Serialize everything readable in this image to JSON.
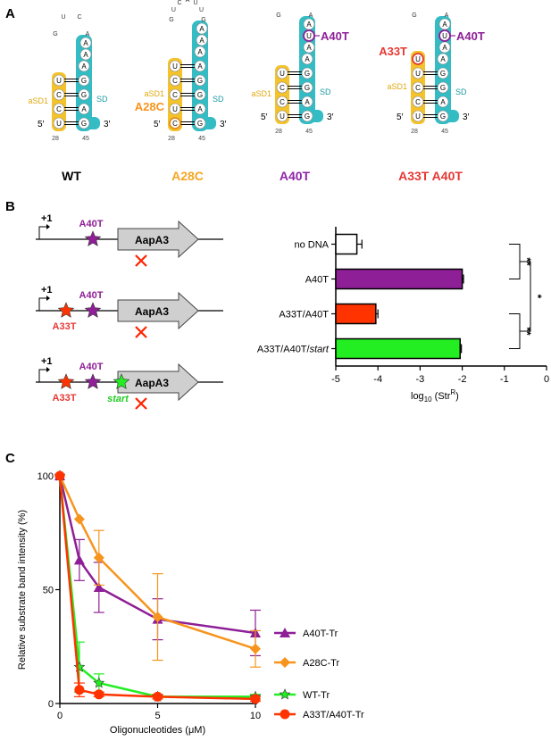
{
  "panels": {
    "a": "A",
    "b": "B",
    "c": "C"
  },
  "structures": [
    {
      "name": "WT",
      "name_color": "#000000",
      "loop": [
        "G",
        "U",
        "C",
        "A"
      ],
      "asd": "aSD1",
      "sd": "SD",
      "left": [
        "U",
        "C",
        "C",
        "U"
      ],
      "right": [
        "A",
        "G",
        "G",
        "A",
        "G"
      ],
      "top_right": [
        "A",
        "A"
      ],
      "five": "5′",
      "three": "3′",
      "n28": "28",
      "n45": "45",
      "mut_left": "",
      "mut_right": ""
    },
    {
      "name": "A28C",
      "name_color": "#f5a623",
      "loop": [
        "G",
        "U",
        "C",
        "A",
        "U",
        "U",
        "G"
      ],
      "asd": "aSD1",
      "sd": "SD",
      "left": [
        "U",
        "C",
        "C",
        "U",
        "C"
      ],
      "right": [
        "A",
        "A",
        "G",
        "G",
        "A",
        "G"
      ],
      "top_right": [
        "A",
        "A"
      ],
      "five": "5′",
      "three": "3′",
      "n28": "28",
      "n45": "45",
      "mut_left": "A28C",
      "mut_right": ""
    },
    {
      "name": "A40T",
      "name_color": "#8e24aa",
      "loop": [
        "G",
        "U",
        "C",
        "A"
      ],
      "asd": "aSD1",
      "sd": "SD",
      "left": [
        "U",
        "C",
        "C",
        "U"
      ],
      "right": [
        "A",
        "G",
        "G",
        "A",
        "G"
      ],
      "top_right": [
        "A",
        "U",
        "A"
      ],
      "five": "5′",
      "three": "3′",
      "n28": "28",
      "n45": "45",
      "mut_left": "",
      "mut_right": "A40T"
    },
    {
      "name": "A33T A40T",
      "name_color": "#e53935",
      "loop": [
        "G",
        "U",
        "C",
        "A"
      ],
      "asd": "aSD1",
      "sd": "SD",
      "left": [
        "U",
        "U",
        "C",
        "C",
        "U"
      ],
      "right": [
        "A",
        "G",
        "G",
        "A",
        "G"
      ],
      "top_right": [
        "A",
        "U",
        "A"
      ],
      "five": "5′",
      "three": "3′",
      "n28": "28",
      "n45": "45",
      "mut_left": "A33T",
      "mut_right": "A40T"
    }
  ],
  "constructs": [
    {
      "plus": "+1",
      "gene": "AapA3",
      "mut_a": "",
      "mut_b": "A40T",
      "start": ""
    },
    {
      "plus": "+1",
      "gene": "AapA3",
      "mut_a": "A33T",
      "mut_b": "A40T",
      "start": ""
    },
    {
      "plus": "+1",
      "gene": "AapA3",
      "mut_a": "A33T",
      "mut_b": "A40T",
      "start": "start"
    }
  ],
  "colors": {
    "purple": "#8e1f96",
    "red": "#ff3300",
    "green": "#22ee22",
    "orange": "#f7941d",
    "teal": "#33bcc4",
    "gold": "#f4c22b"
  },
  "chart_data": [
    {
      "type": "bar",
      "orientation": "horizontal",
      "categories": [
        "no DNA",
        "A40T",
        "A33T/A40T",
        "A33T/A40T/start"
      ],
      "values": [
        -4.5,
        -2.0,
        -4.05,
        -2.05
      ],
      "errors": [
        0.12,
        0.03,
        0.05,
        0.03
      ],
      "bar_colors": [
        "#ffffff",
        "#8e1f96",
        "#ff3300",
        "#22ee22"
      ],
      "xlabel": "log10 (StrR)",
      "xlim": [
        -5,
        0
      ],
      "xticks": [
        "-5",
        "-4",
        "-3",
        "-2",
        "-1",
        "0"
      ],
      "significance": [
        {
          "from": 0,
          "to": 1,
          "label": "**"
        },
        {
          "from": 0,
          "to": 2,
          "label": "*"
        },
        {
          "from": 2,
          "to": 3,
          "label": "**"
        }
      ]
    },
    {
      "type": "line",
      "x": [
        0,
        1,
        2,
        5,
        10
      ],
      "xlabel": "Oligonucleotides (μM)",
      "ylabel": "Relative substrate band intensity (%)",
      "xlim": [
        0,
        10
      ],
      "ylim": [
        0,
        100
      ],
      "xticks": [
        "0",
        "5",
        "10"
      ],
      "yticks": [
        "0",
        "50",
        "100"
      ],
      "series": [
        {
          "name": "A40T-Tr",
          "color": "#8e1f96",
          "marker": "triangle",
          "values": [
            100,
            63,
            51,
            37,
            31
          ],
          "errors": [
            0,
            9,
            11,
            9,
            10
          ]
        },
        {
          "name": "A28C-Tr",
          "color": "#f7941d",
          "marker": "diamond",
          "values": [
            100,
            81,
            64,
            38,
            24
          ],
          "errors": [
            0,
            0,
            12,
            19,
            8
          ]
        },
        {
          "name": "WT-Tr",
          "color": "#22ee22",
          "marker": "star",
          "values": [
            100,
            16,
            9,
            3,
            3
          ],
          "errors": [
            0,
            11,
            4,
            1,
            1
          ]
        },
        {
          "name": "A33T/A40T-Tr",
          "color": "#ff3300",
          "marker": "circle",
          "values": [
            100,
            6,
            4,
            3,
            2
          ],
          "errors": [
            0,
            3,
            1,
            1,
            1
          ]
        }
      ]
    }
  ]
}
